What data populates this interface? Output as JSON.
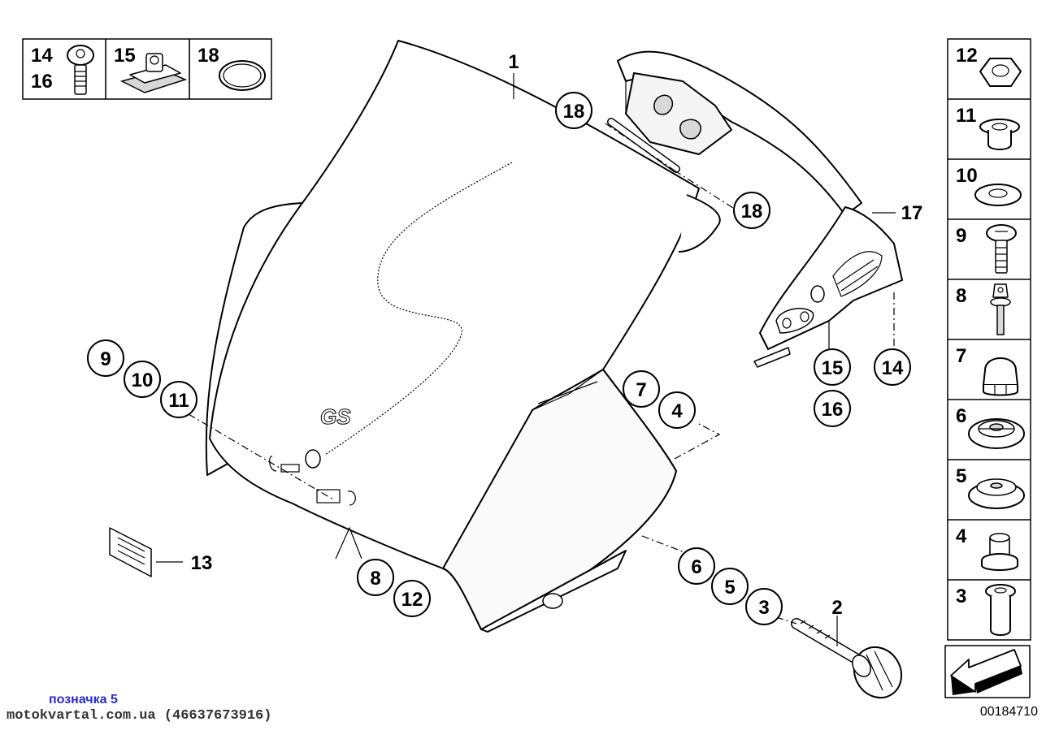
{
  "inset_top": {
    "a": "14",
    "b": "16",
    "c": "15",
    "d": "18"
  },
  "main_labels": {
    "l1": "1",
    "l2": "2",
    "l13": "13",
    "l17": "17"
  },
  "bubbles": {
    "b18a": "18",
    "b18b": "18",
    "b9": "9",
    "b10": "10",
    "b11": "11",
    "b7": "7",
    "b4": "4",
    "b15": "15",
    "b14": "14",
    "b16": "16",
    "b8": "8",
    "b12": "12",
    "b6": "6",
    "b5": "5",
    "b3": "3"
  },
  "side_panel": {
    "p12": "12",
    "p11": "11",
    "p10": "10",
    "p9": "9",
    "p8": "8",
    "p7": "7",
    "p6": "6",
    "p5": "5",
    "p4": "4",
    "p3": "3"
  },
  "windscreen_emblem": "GS",
  "caption": "позначка 5",
  "source": "motokvartal.com.ua (46637673916)",
  "drawing_ref": "00184710"
}
